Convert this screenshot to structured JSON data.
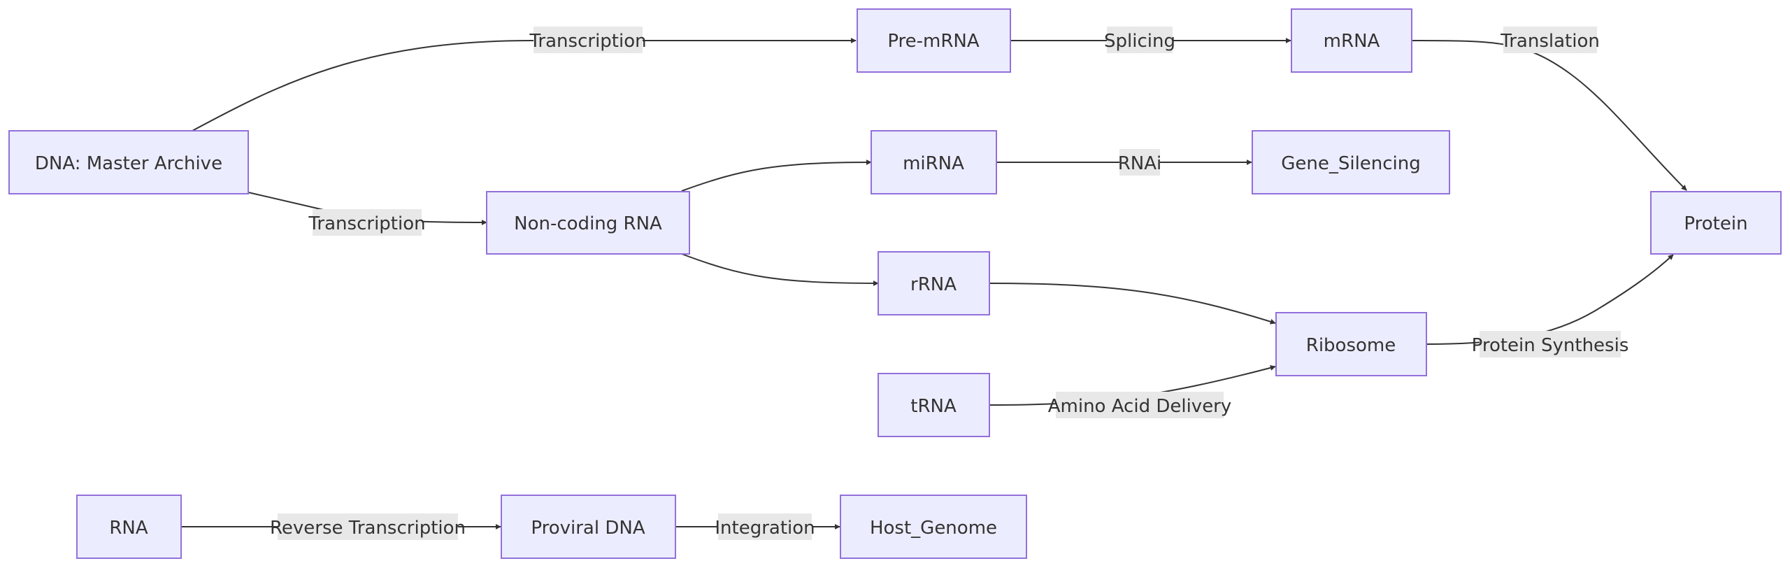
{
  "nodes": {
    "dna": "DNA: Master Archive",
    "pre_mrna": "Pre-mRNA",
    "mrna": "mRNA",
    "protein": "Protein",
    "ncrna": "Non-coding RNA",
    "mirna": "miRNA",
    "gene_silencing": "Gene_Silencing",
    "rrna": "rRNA",
    "ribosome": "Ribosome",
    "trna": "tRNA",
    "rna": "RNA",
    "proviral_dna": "Proviral DNA",
    "host_genome": "Host_Genome"
  },
  "edges": {
    "dna_to_pre_mrna": "Transcription",
    "pre_mrna_to_mrna": "Splicing",
    "mrna_to_protein": "Translation",
    "dna_to_ncrna": "Transcription",
    "mirna_to_gene_silencing": "RNAi",
    "trna_to_ribosome": "Amino Acid Delivery",
    "ribosome_to_protein": "Protein Synthesis",
    "rna_to_proviral_dna": "Reverse Transcription",
    "proviral_dna_to_host_genome": "Integration"
  },
  "colors": {
    "node_fill": "#ECECFF",
    "node_stroke": "#9370DB",
    "edge": "#333333",
    "label_bg": "#e8e8e8",
    "text": "#333333"
  }
}
